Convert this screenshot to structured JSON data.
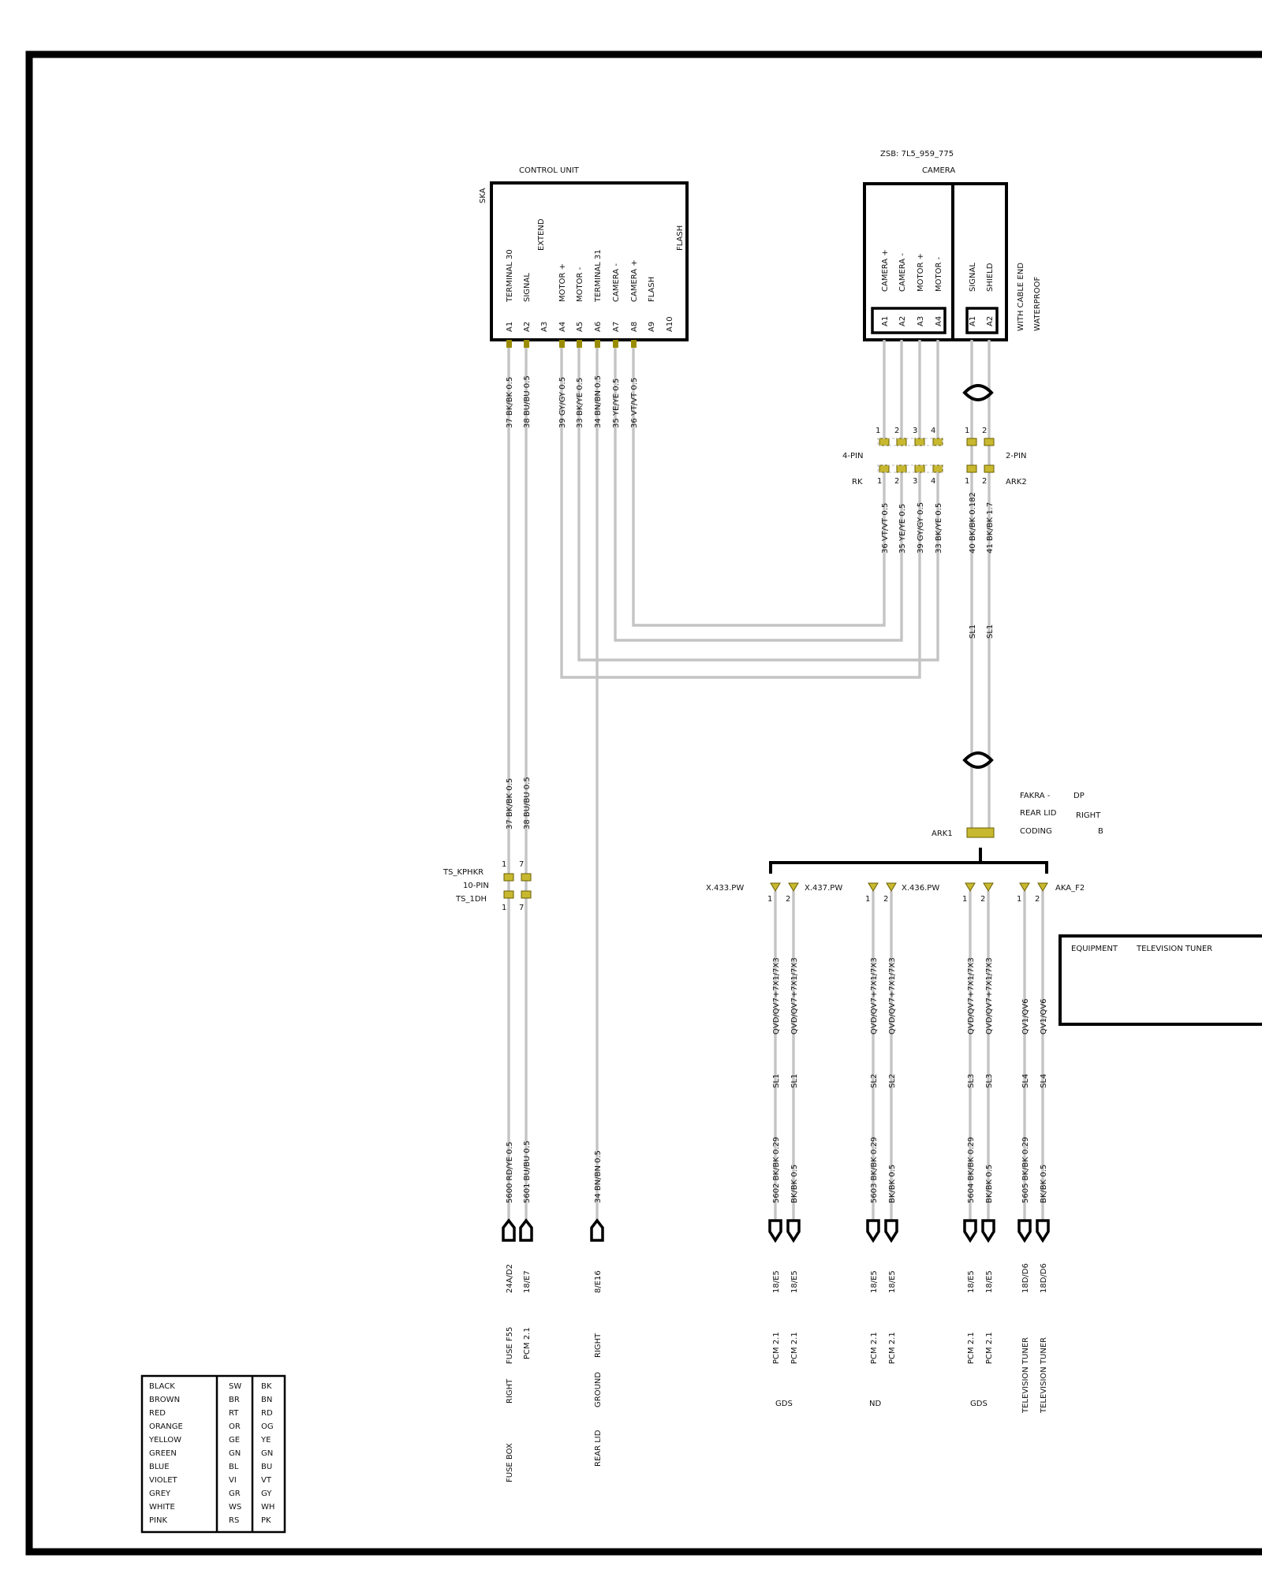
{
  "control_unit": {
    "ref": "SKA",
    "title": "CONTROL UNIT",
    "row1": [
      "TERMINAL 30",
      "SIGNAL",
      "",
      "MOTOR +",
      "MOTOR -",
      "TERMINAL 31",
      "CAMERA  -",
      "CAMERA  +",
      "FLASH",
      ""
    ],
    "row2": [
      "",
      "EXTEND",
      "",
      "",
      "",
      "",
      "",
      "",
      "",
      "FLASH"
    ],
    "pins": [
      "A1",
      "A2",
      "A3",
      "A4",
      "A5",
      "A6",
      "A7",
      "A8",
      "A9",
      "A10"
    ]
  },
  "camera": {
    "zsb": "ZSB: 7L5_959_775",
    "title": "CAMERA",
    "labels": [
      "CAMERA  +",
      "CAMERA  -",
      "MOTOR +",
      "MOTOR -"
    ],
    "pins": [
      "A1",
      "A2",
      "A3",
      "A4"
    ],
    "labels_b": [
      "SIGNAL",
      "SHIELD"
    ],
    "pins_b": [
      "A1",
      "A2"
    ],
    "note1": "WITH CABLE END",
    "note2": "WATERPROOF"
  },
  "top_wires": [
    "37 BK/BK 0.5",
    "38 BU/BU 0.5",
    "39 GY/GY 0.5",
    "33 BK/YE 0.5",
    "34 BN/BN 0.5",
    "35 YE/YE 0.5",
    "36 VT/VT 0.5"
  ],
  "cam_wires": [
    "36 VT/VT 0.5",
    "35 YE/YE 0.5",
    "39 GY/GY 0.5",
    "33 BK/YE 0.5"
  ],
  "cam_shield_wires": [
    "40 BK/BK 0.182",
    "41 BK/BK 1.7"
  ],
  "sl_labels": [
    "SL1",
    "SL1"
  ],
  "conn_4pin": {
    "label": "4-PIN",
    "label2": "RK",
    "nums": [
      "1",
      "2",
      "3",
      "4"
    ]
  },
  "conn_2pin": {
    "label": "2-PIN",
    "label2": "ARK2",
    "nums": [
      "1",
      "2"
    ]
  },
  "fakra": {
    "line1": "FAKRA -",
    "line1b": "DP",
    "line2": "REAR LID",
    "line2b": "RIGHT",
    "line3": "CODING",
    "line3b": "B",
    "ark1": "ARK1"
  },
  "mid_wires": [
    "37 BK/BK 0.5",
    "38 BU/BU 0.5"
  ],
  "ts": {
    "top": "TS_KPHKR",
    "pin": "10-PIN",
    "bottom": "TS_1DH",
    "n1": "1",
    "n7": "7"
  },
  "x_conns": [
    "X.433.PW",
    "X.437.PW",
    "X.436.PW",
    "AKA_F2"
  ],
  "pin12": [
    "1",
    "2"
  ],
  "qv_labels": [
    "QVD/QV7+7X1/7X3",
    "QVD/QV7+7X1/7X3",
    "QVD/QV7+7X1/7X3",
    "QVD/QV7+7X1/7X3",
    "QVD/QV7+7X1/7X3",
    "QVD/QV7+7X1/7X3",
    "QV1/QV6",
    "QV1/QV6"
  ],
  "sl_pairs": [
    "SL1",
    "SL1",
    "SL2",
    "SL2",
    "SL3",
    "SL3",
    "SL4",
    "SL4"
  ],
  "equipment": {
    "label": "EQUIPMENT",
    "name": "TELEVISION TUNER"
  },
  "bottom_wires_left": [
    "5600 RD/YE 0.5",
    "5601 BU/BU 0.5",
    "34 BN/BN 0.5"
  ],
  "bottom_wires_right": [
    "5602 BK/BK 0.29",
    "BK/BK 0.5",
    "5603 BK/BK 0.29",
    "BK/BK 0.5",
    "5604 BK/BK 0.29",
    "BK/BK 0.5",
    "5605 BK/BK 0.29",
    "BK/BK 0.5"
  ],
  "refs_left": [
    "24A/D2",
    "18/E7",
    "8/E16"
  ],
  "refs_right": [
    "18/E5",
    "18/E5",
    "18/E5",
    "18/E5",
    "18/E5",
    "18/E5",
    "18D/D6",
    "18D/D6"
  ],
  "dest_left": [
    "FUSE F55",
    "PCM 2.1",
    "RIGHT"
  ],
  "dest_left2": [
    "RIGHT",
    "",
    "GROUND"
  ],
  "dest_left3": [
    "FUSE BOX",
    "",
    "REAR LID"
  ],
  "dest_right": [
    "PCM 2.1",
    "PCM 2.1",
    "PCM 2.1",
    "PCM 2.1",
    "PCM 2.1",
    "PCM 2.1",
    "TELEVISION TUNER",
    "TELEVISION TUNER"
  ],
  "groups": [
    "GDS",
    "ND",
    "GDS"
  ],
  "legend": [
    [
      "BLACK",
      "SW",
      "BK"
    ],
    [
      "BROWN",
      "BR",
      "BN"
    ],
    [
      "RED",
      "RT",
      "RD"
    ],
    [
      "ORANGE",
      "OR",
      "OG"
    ],
    [
      "YELLOW",
      "GE",
      "YE"
    ],
    [
      "GREEN",
      "GN",
      "GN"
    ],
    [
      "BLUE",
      "BL",
      "BU"
    ],
    [
      "VIOLET",
      "VI",
      "VT"
    ],
    [
      "GREY",
      "GR",
      "GY"
    ],
    [
      "WHITE",
      "WS",
      "WH"
    ],
    [
      "PINK",
      "RS",
      "PK"
    ]
  ]
}
